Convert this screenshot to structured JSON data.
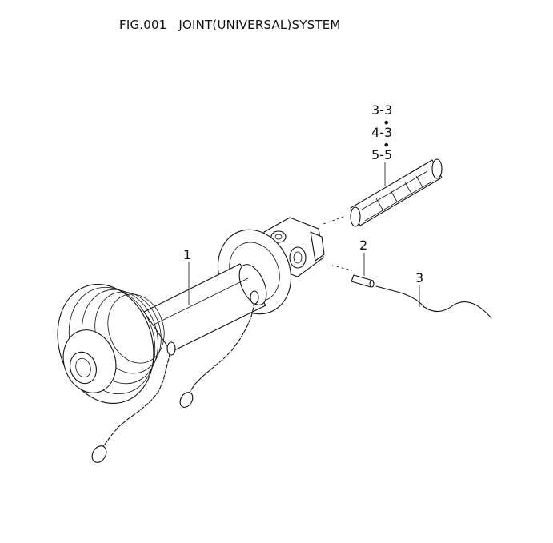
{
  "figure": {
    "title": "FIG.001   JOINT(UNIVERSAL)SYSTEM"
  },
  "callouts": {
    "part_1": "1",
    "part_2": "2",
    "part_3": "3",
    "alt_a": "3-3",
    "alt_b": "4-3",
    "alt_c": "5-5",
    "bullet": "•"
  }
}
